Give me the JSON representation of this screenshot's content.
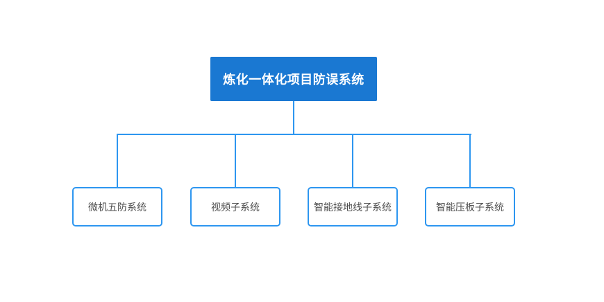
{
  "diagram": {
    "root": {
      "label": "炼化一体化项目防误系统"
    },
    "children": [
      {
        "label": "微机五防系统"
      },
      {
        "label": "视频子系统"
      },
      {
        "label": "智能接地线子系统"
      },
      {
        "label": "智能压板子系统"
      }
    ]
  },
  "colors": {
    "root_fill": "#1a78d2",
    "root_text": "#ffffff",
    "node_border": "#2d96f0",
    "connector": "#2d96f0",
    "node_text": "#4d4d4d",
    "background": "#ffffff"
  }
}
